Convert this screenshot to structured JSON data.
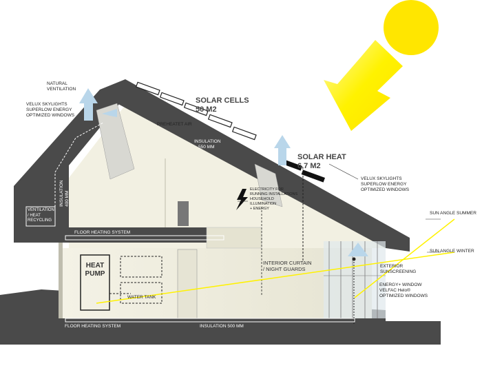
{
  "labels": {
    "natural_ventilation": [
      "NATURAL",
      "VENTILATION"
    ],
    "velux_left": [
      "VELUX SKYLIGHTS",
      "SUPERLOW ENERGY",
      "OPTIMIZED WINDOWS"
    ],
    "preheated_air": "PREHEATET AIR",
    "solar_cells": [
      "SOLAR CELLS",
      "50 M2"
    ],
    "insulation_roof": [
      "INSULATION",
      "550 MM"
    ],
    "insulation_wall": [
      "INSULATION",
      "400 MM"
    ],
    "solar_heat": [
      "SOLAR HEAT",
      "6,7 M2"
    ],
    "velux_right": [
      "VELUX SKYLIGHTS",
      "SUPERLOW ENERGY",
      "OPTIMIZED WINDOWS"
    ],
    "electricity": [
      "ELECTRICITY FOR",
      "RUNNING INSTALLATIONS",
      "HOUSEHOLD",
      "ILLUMINATION",
      "+ ENERGY"
    ],
    "ventilation_box": [
      "VENTILATION",
      "/ HEAT",
      "RECYCLING"
    ],
    "floor_heating_upper": "FLOOR HEATING SYSTEM",
    "sun_angle_summer": "SUN ANGLE SUMMER",
    "sun_angle_winter": "SUN ANGLE WINTER",
    "heat_pump": [
      "HEAT",
      "PUMP"
    ],
    "interior_curtain": [
      "INTERIOR CURTAIN",
      "/ NIGHT GUARDS"
    ],
    "water_tank": "WATER TANK",
    "exterior_sunscreening": [
      "EXTERIOR",
      "SUNSCREENING"
    ],
    "energy_window": [
      "ENERGY+ WINDOW",
      "VELFAC Helo®",
      "OPTIMIZED WINDOWS"
    ],
    "floor_heating_lower": "FLOOR HEATING SYSTEM",
    "insulation_floor": "INSULATION 500 MM"
  },
  "colors": {
    "sun": "#ffe600",
    "structure": "#4a4a4a",
    "interior": "#efeedd",
    "arrow_blue": "#b9d6ea"
  }
}
